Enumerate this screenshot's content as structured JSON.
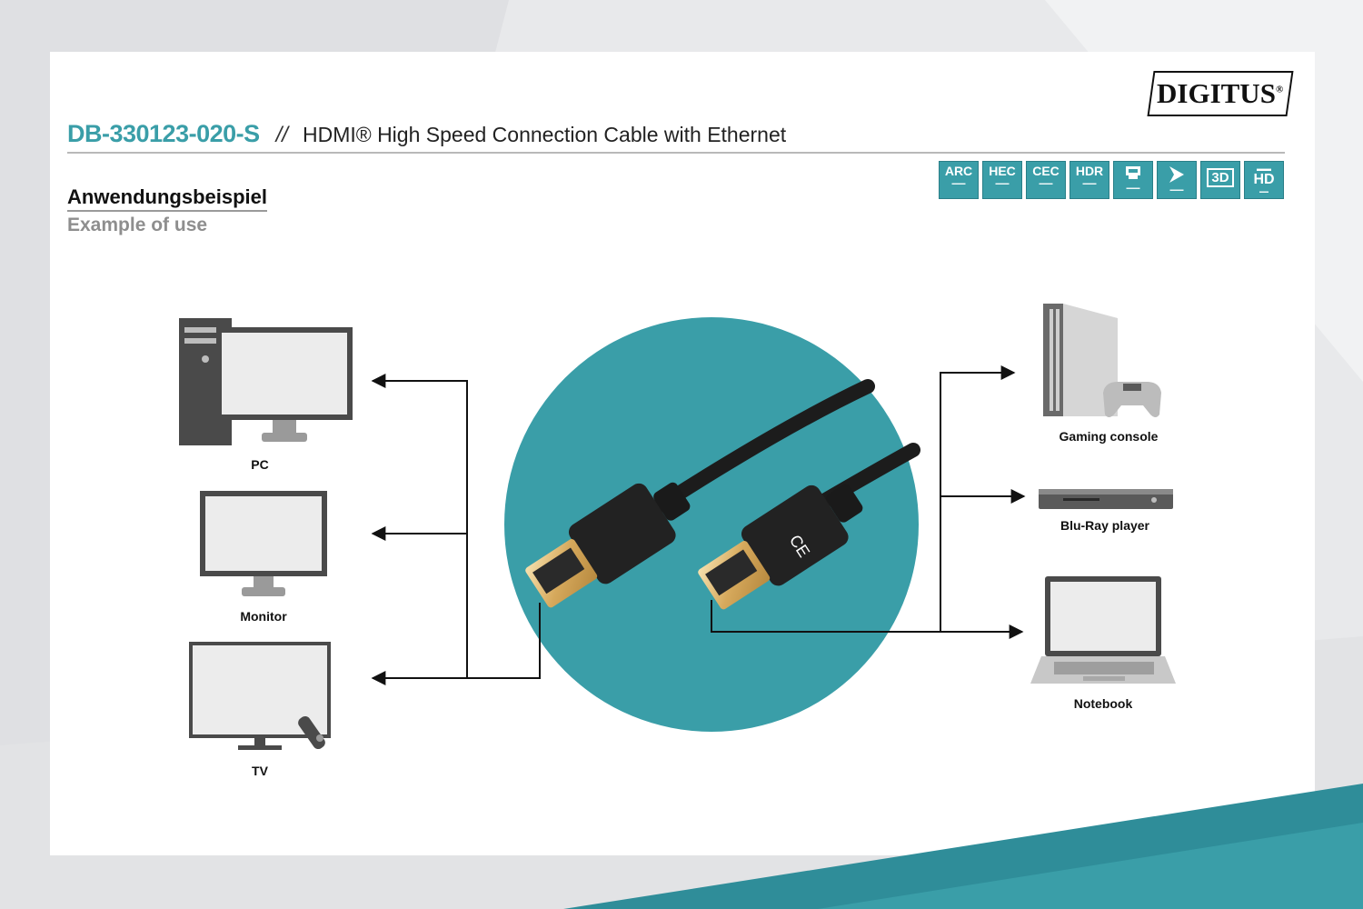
{
  "brand": {
    "logo_text": "DIGITUS",
    "logo_mark": "®"
  },
  "header": {
    "product_code": "DB-330123-020-S",
    "separator": "//",
    "product_title": "HDMI® High Speed Connection Cable with Ethernet"
  },
  "subtitle": {
    "de": "Anwendungsbeispiel",
    "en": "Example of use"
  },
  "badges": [
    {
      "label": "ARC",
      "icon": "arc-badge"
    },
    {
      "label": "HEC",
      "icon": "hec-badge"
    },
    {
      "label": "CEC",
      "icon": "cec-badge"
    },
    {
      "label": "HDR",
      "icon": "hdr-badge"
    },
    {
      "label": "",
      "icon": "hdmi-badge"
    },
    {
      "label": "",
      "icon": "plug-and-play-badge"
    },
    {
      "label": "3D",
      "icon": "3d-badge"
    },
    {
      "label": "HD",
      "icon": "ultra-hd-badge"
    }
  ],
  "devices_left": [
    {
      "label": "PC",
      "icon": "pc-icon"
    },
    {
      "label": "Monitor",
      "icon": "monitor-icon"
    },
    {
      "label": "TV",
      "icon": "tv-icon"
    }
  ],
  "devices_right": [
    {
      "label": "Gaming console",
      "icon": "gaming-console-icon"
    },
    {
      "label": "Blu-Ray player",
      "icon": "blu-ray-player-icon"
    },
    {
      "label": "Notebook",
      "icon": "notebook-icon"
    }
  ],
  "colors": {
    "accent": "#3a9ea8",
    "circle": "#3a9ea8",
    "cable": "#1c1c1c",
    "gold": "#d9b36a"
  }
}
